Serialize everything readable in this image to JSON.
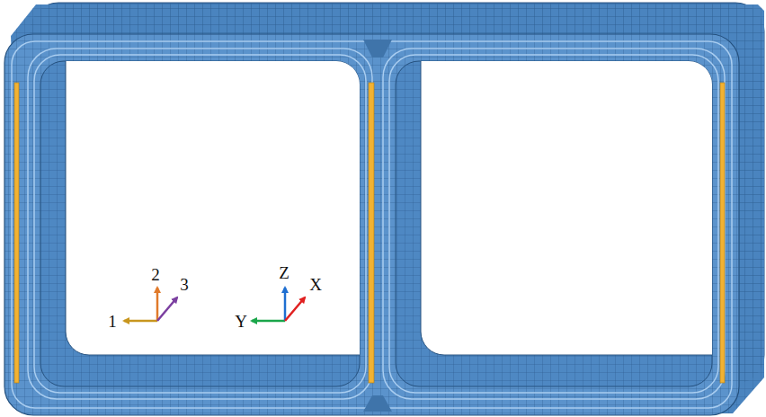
{
  "diagram": {
    "labels": [
      "2",
      "3",
      "Z",
      "X",
      "1",
      "Y"
    ]
  }
}
